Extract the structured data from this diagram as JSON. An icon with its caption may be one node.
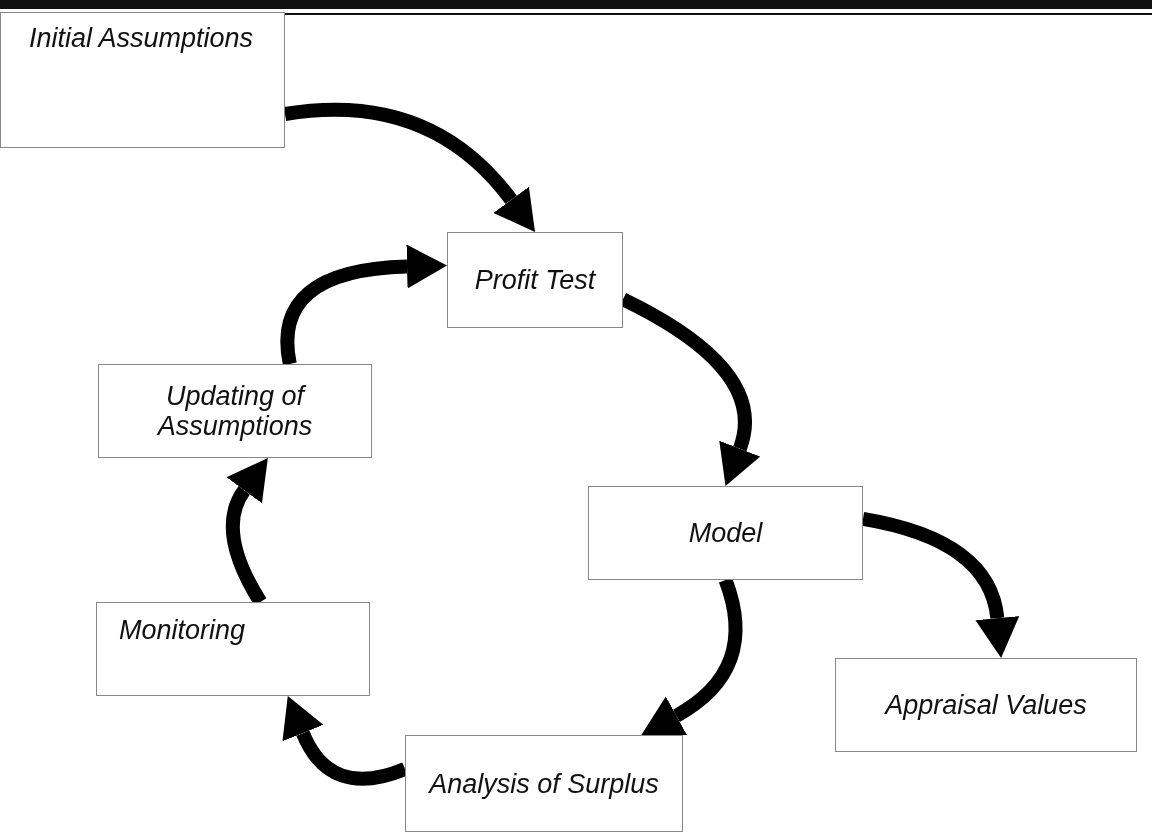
{
  "diagram": {
    "nodes": [
      {
        "text": [
          "Initial Assumptions"
        ]
      },
      {
        "text": [
          "Profit Test"
        ]
      },
      {
        "text": [
          "Updating of Assumptions"
        ]
      },
      {
        "text": [
          "Model"
        ]
      },
      {
        "text": [
          "Monitoring"
        ]
      },
      {
        "text": [
          "Appraisal Values"
        ]
      },
      {
        "text": [
          "Analysis of Surplus"
        ]
      }
    ],
    "edges": [
      {
        "from": 0,
        "to": 1,
        "arrow": "to"
      },
      {
        "from": 1,
        "to": 3,
        "arrow": "to"
      },
      {
        "from": 3,
        "to": 5,
        "arrow": "to"
      },
      {
        "from": 3,
        "to": 6,
        "arrow": "to"
      },
      {
        "from": 6,
        "to": 4,
        "arrow": "to"
      },
      {
        "from": 4,
        "to": 2,
        "arrow": "to"
      },
      {
        "from": 2,
        "to": 1,
        "arrow": "to"
      }
    ]
  }
}
